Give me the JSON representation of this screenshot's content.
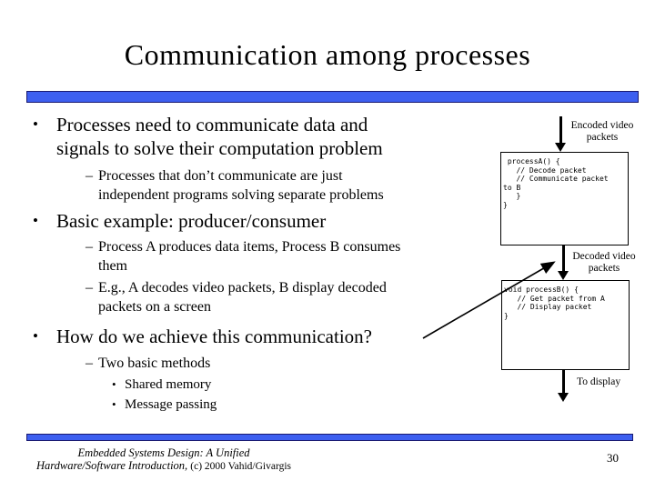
{
  "colors": {
    "bar_fill": "#3d5ff0",
    "bar_border": "#1a1a70",
    "text": "#000000",
    "background": "#ffffff"
  },
  "slide": {
    "title": "Communication among processes",
    "markers": {
      "level1": "•",
      "level2": "–",
      "level3": "•"
    },
    "bullets": [
      {
        "level": 1,
        "text": "Processes need to communicate data and\nsignals to solve their computation problem"
      },
      {
        "level": 2,
        "text": "Processes that don’t communicate are just\nindependent programs solving separate problems"
      },
      {
        "level": 1,
        "text": "Basic example: producer/consumer"
      },
      {
        "level": 2,
        "text": "Process A produces data items, Process B consumes\nthem"
      },
      {
        "level": 2,
        "text": "E.g., A decodes video packets, B display decoded\npackets on a screen"
      },
      {
        "level": 1,
        "text": "How do we achieve this communication?"
      },
      {
        "level": 2,
        "text": "Two basic methods"
      },
      {
        "level": 3,
        "text": "Shared memory"
      },
      {
        "level": 3,
        "text": "Message passing"
      }
    ]
  },
  "diagram": {
    "arrow_labels": {
      "encoded": "Encoded video packets",
      "decoded": "Decoded video packets",
      "to_display": "To display"
    },
    "process_a_code": " processA() {\n   // Decode packet\n   // Communicate packet\nto B\n   }\n}",
    "process_b_code": "void processB() {\n   // Get packet from A\n   // Display packet\n}"
  },
  "footer": {
    "book_title_line1": "Embedded Systems Design: A Unified",
    "book_title_line2": "Hardware/Software Introduction,",
    "credit": "(c) 2000 Vahid/Givargis",
    "page_number": "30"
  }
}
